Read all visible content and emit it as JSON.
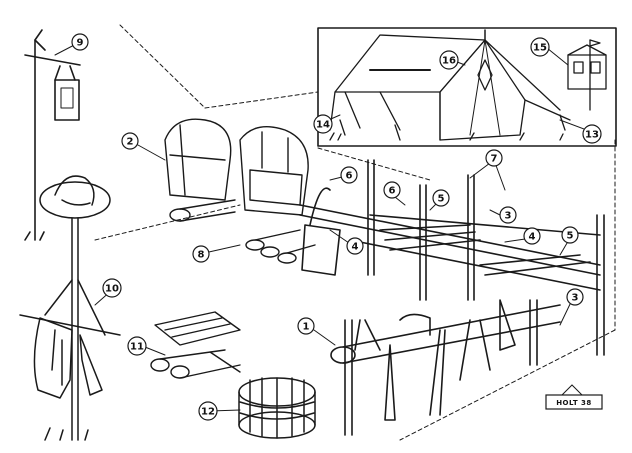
{
  "callouts": [
    {
      "id": "c1",
      "num": "1"
    },
    {
      "id": "c2",
      "num": "2"
    },
    {
      "id": "c3a",
      "num": "3"
    },
    {
      "id": "c3b",
      "num": "3"
    },
    {
      "id": "c4a",
      "num": "4"
    },
    {
      "id": "c4b",
      "num": "4"
    },
    {
      "id": "c5a",
      "num": "5"
    },
    {
      "id": "c5b",
      "num": "5"
    },
    {
      "id": "c6a",
      "num": "6"
    },
    {
      "id": "c6b",
      "num": "6"
    },
    {
      "id": "c7",
      "num": "7"
    },
    {
      "id": "c8",
      "num": "8"
    },
    {
      "id": "c9",
      "num": "9"
    },
    {
      "id": "c10",
      "num": "10"
    },
    {
      "id": "c11",
      "num": "11"
    },
    {
      "id": "c12",
      "num": "12"
    },
    {
      "id": "c13",
      "num": "13"
    },
    {
      "id": "c14",
      "num": "14"
    },
    {
      "id": "c15",
      "num": "15"
    },
    {
      "id": "c16",
      "num": "16"
    }
  ],
  "signature": "HOLT 38",
  "colors": {
    "ink": "#1a1a1a",
    "paper": "#ffffff"
  }
}
